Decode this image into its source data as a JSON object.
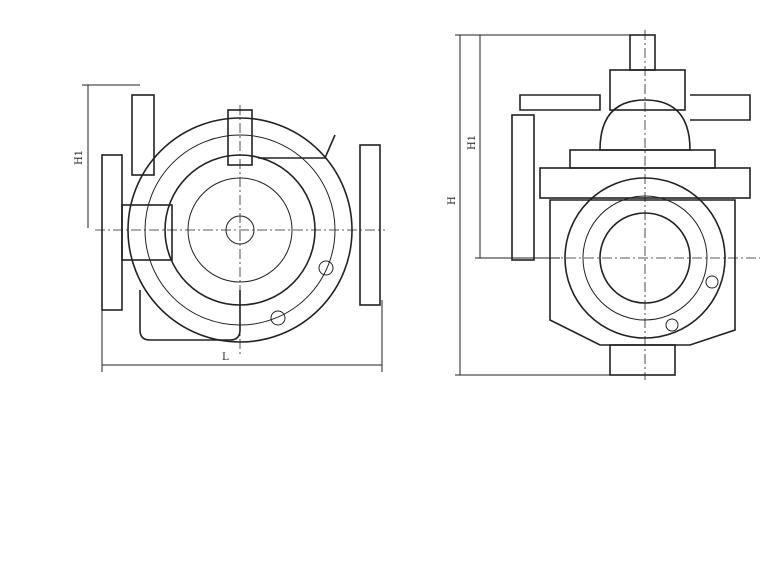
{
  "front_view": {
    "length_label": "L",
    "height_label": "H1"
  },
  "side_view": {
    "height_label": "H",
    "inner_height_label": "H1"
  }
}
